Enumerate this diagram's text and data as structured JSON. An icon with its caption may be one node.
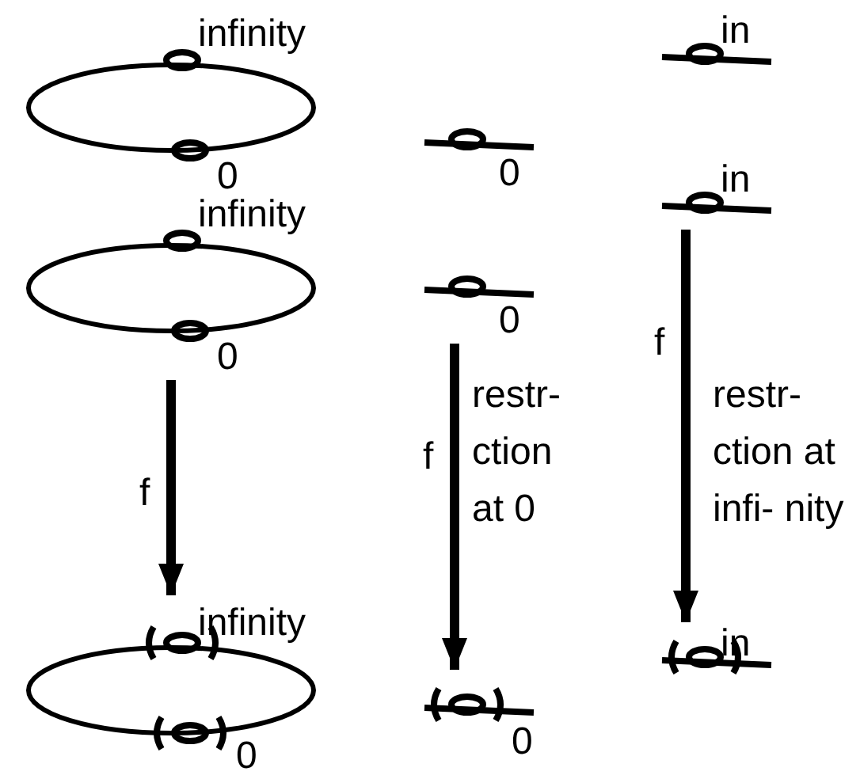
{
  "diagram": {
    "nodes": [
      {
        "text": [
          "infinity",
          "0",
          "infinity",
          "0"
        ]
      },
      {
        "text": [
          "infinity",
          "0"
        ]
      },
      {
        "text": [
          "0",
          "0"
        ]
      },
      {
        "text": [
          "0"
        ]
      },
      {
        "text": [
          "in",
          "in"
        ]
      },
      {
        "text": [
          "in"
        ]
      }
    ],
    "edges": [
      {
        "from": 0,
        "to": 1,
        "arrow": "to",
        "label": "f"
      },
      {
        "from": 2,
        "to": 3,
        "arrow": "to",
        "label": "f"
      },
      {
        "from": 4,
        "to": 5,
        "arrow": "to",
        "label": "f"
      }
    ],
    "labels": [
      "restr- ction at 0",
      "restr- ction at infi- nity"
    ]
  }
}
